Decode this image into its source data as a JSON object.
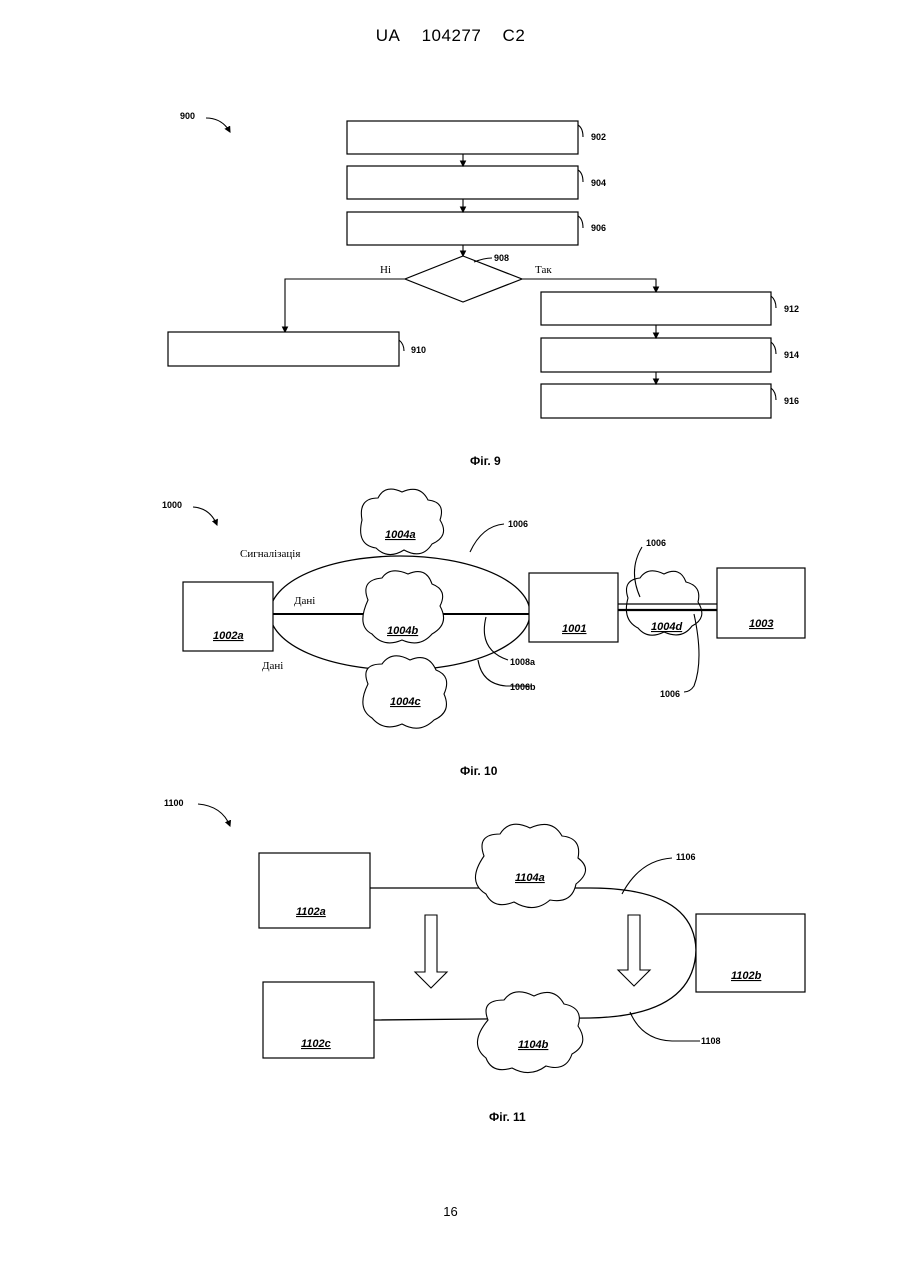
{
  "header": {
    "country": "UA",
    "number": "104277",
    "kind": "C2"
  },
  "page_number": "16",
  "fig9": {
    "ref": "900",
    "caption": "Фіг. 9",
    "steps": [
      "902",
      "904",
      "906",
      "912",
      "914",
      "916",
      "910"
    ],
    "decision": "908",
    "no_label": "Ні",
    "yes_label": "Так"
  },
  "fig10": {
    "ref": "1000",
    "caption": "Фіг. 10",
    "signaling_label": "Сигналізація",
    "data_label_1": "Дані",
    "data_label_2": "Дані",
    "box_left": "1002a",
    "box_middle": "1001",
    "box_right": "1003",
    "cloud_top": "1004a",
    "cloud_center": "1004b",
    "cloud_bottom": "1004c",
    "cloud_right": "1004d",
    "ref_1006_top": "1006",
    "ref_1006_right_top": "1006",
    "ref_1006_right_bottom": "1006",
    "ref_1008a": "1008a",
    "ref_1006b": "1006b"
  },
  "fig11": {
    "ref": "1100",
    "caption": "Фіг. 11",
    "box_a": "1102a",
    "box_b": "1102b",
    "box_c": "1102c",
    "cloud_a": "1104a",
    "cloud_b": "1104b",
    "ref_1106": "1106",
    "ref_1108": "1108"
  }
}
